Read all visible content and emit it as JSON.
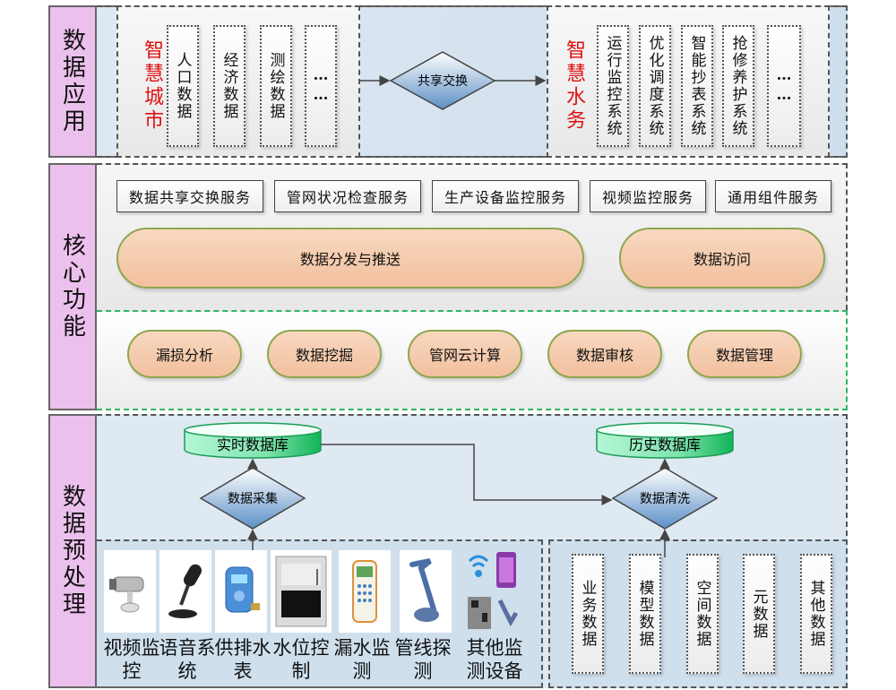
{
  "layers": {
    "application": {
      "label": "数据应用"
    },
    "core": {
      "label": "核心功能"
    },
    "preprocess": {
      "label": "数据预处理"
    }
  },
  "smart_city": {
    "title": "智慧城市",
    "items": [
      "人口数据",
      "经济数据",
      "测绘数据",
      "……"
    ]
  },
  "exchange": {
    "label": "共享交换"
  },
  "smart_water": {
    "title": "智慧水务",
    "items": [
      "运行监控系统",
      "优化调度系统",
      "智能抄表系统",
      "抢修养护系统",
      "……"
    ]
  },
  "services": [
    "数据共享交换服务",
    "管网状况检查服务",
    "生产设备监控服务",
    "视频监控服务",
    "通用组件服务"
  ],
  "distribution": {
    "push": "数据分发与推送",
    "access": "数据访问"
  },
  "analysis": [
    "漏损分析",
    "数据挖掘",
    "管网云计算",
    "数据审核",
    "数据管理"
  ],
  "databases": {
    "realtime": "实时数据库",
    "history": "历史数据库"
  },
  "processes": {
    "collect": "数据采集",
    "clean": "数据清洗"
  },
  "devices": [
    {
      "label": "视频监控",
      "icon": "camera-icon"
    },
    {
      "label": "语音系统",
      "icon": "microphone-icon"
    },
    {
      "label": "供排水表",
      "icon": "water-meter-icon"
    },
    {
      "label": "水位控制",
      "icon": "level-controller-icon"
    },
    {
      "label": "漏水监测",
      "icon": "handheld-detector-icon"
    },
    {
      "label": "管线探测",
      "icon": "pipe-locator-icon"
    },
    {
      "label": "其他监测设备",
      "icon": "wifi-phone-qr-icon"
    }
  ],
  "data_sources": [
    "业务数据",
    "模型数据",
    "空间数据",
    "元数据",
    "其他数据"
  ],
  "colors": {
    "layer_label_bg": "#ecc0ec",
    "accent_red": "#dd1111",
    "pill_border": "#8ea64e",
    "db_green": "#1cbf63"
  }
}
